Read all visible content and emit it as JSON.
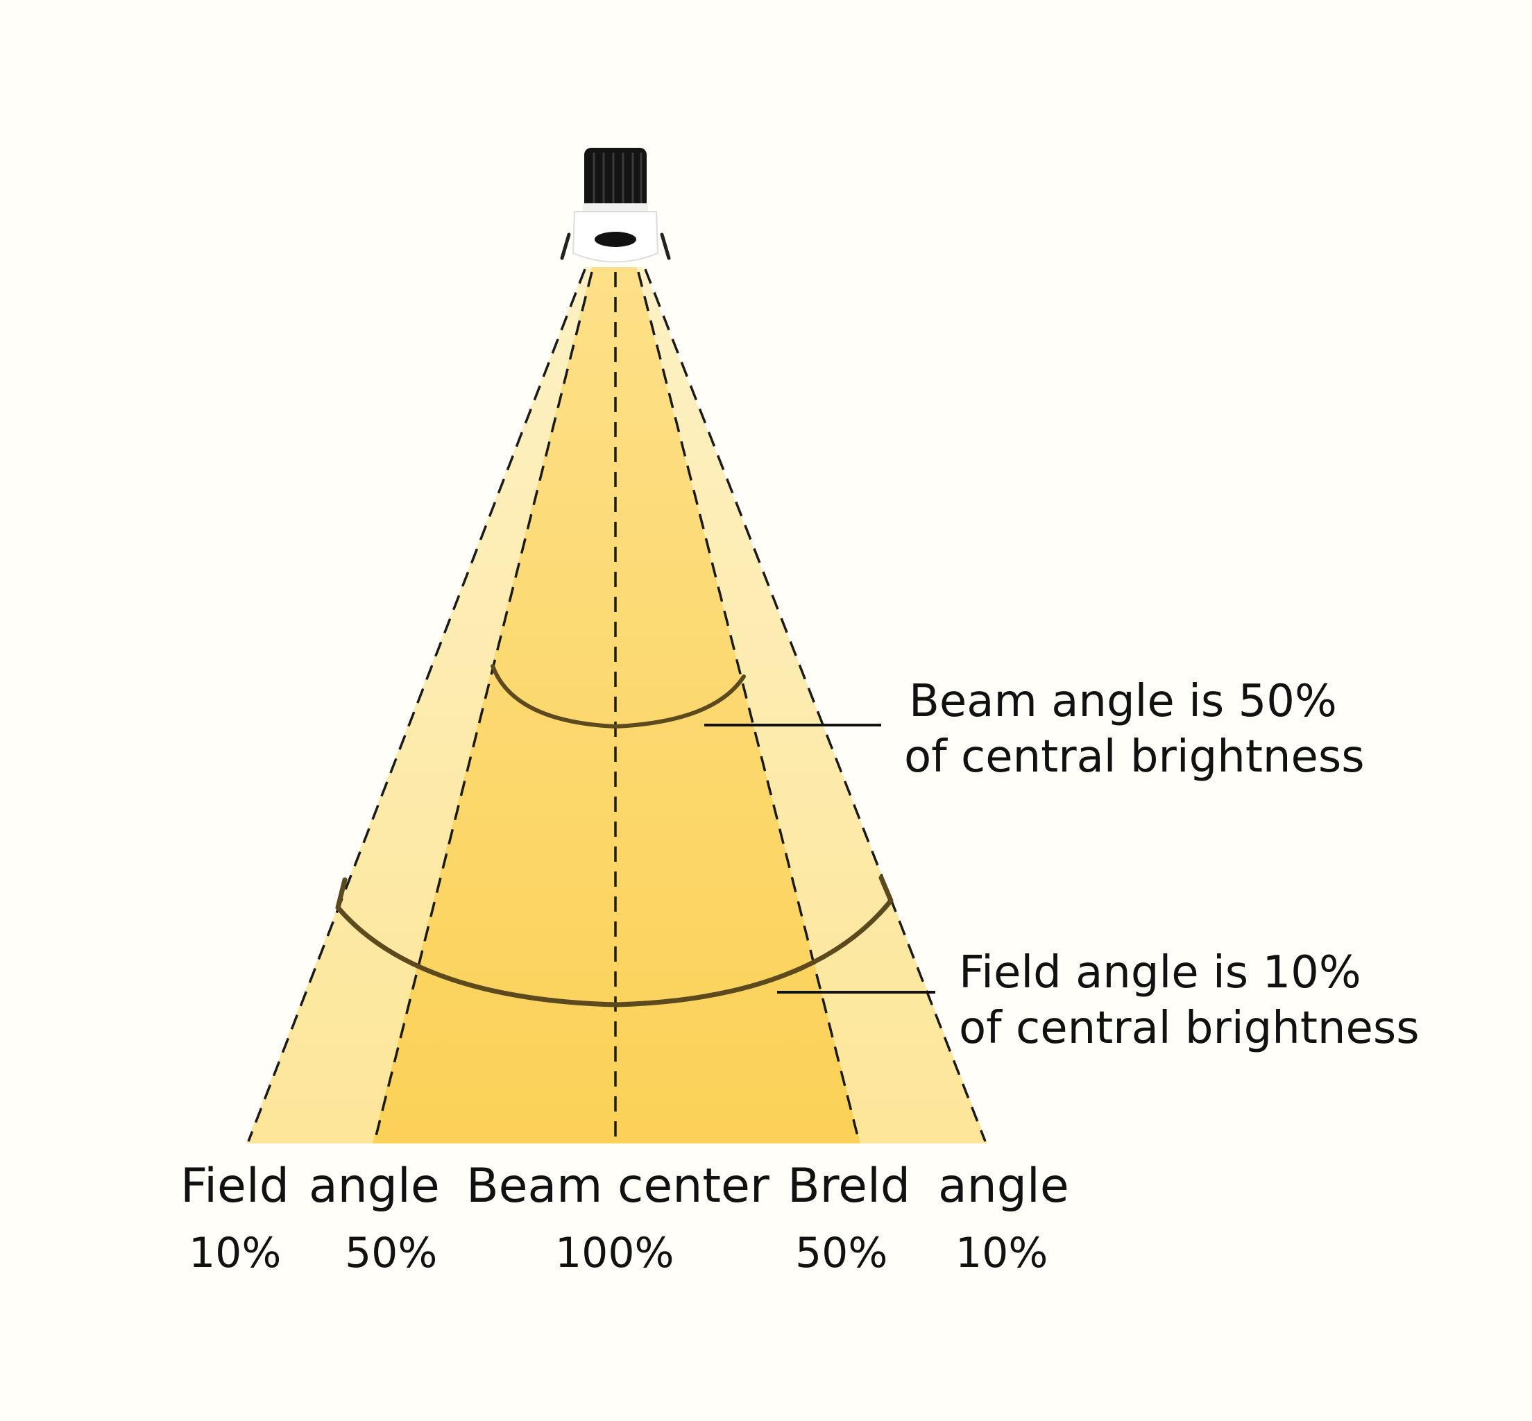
{
  "colors": {
    "background": "#fffef9",
    "outer_cone": "#fde9a3",
    "inner_cone": "#fbd35f",
    "dashed_line": "#1a1a1a",
    "arc_line": "#5c4a1e",
    "text": "#111111",
    "fixture_body": "#141414",
    "fixture_trim": "#ffffff"
  },
  "icons": {
    "fixture": "downlight-icon"
  },
  "callouts": {
    "beam_line1": "Beam angle is 50%",
    "beam_line2": "of central brightness",
    "field_line1": "Field angle is 10%",
    "field_line2": "of central brightness"
  },
  "bottom_labels": {
    "left_field": "Field",
    "left_angle": "angle",
    "center": "Beam center",
    "right_field": "Breld",
    "right_angle": "angle",
    "pct_left_10": "10%",
    "pct_left_50": "50%",
    "pct_center": "100%",
    "pct_right_50": "50%",
    "pct_right_10": "10%"
  }
}
